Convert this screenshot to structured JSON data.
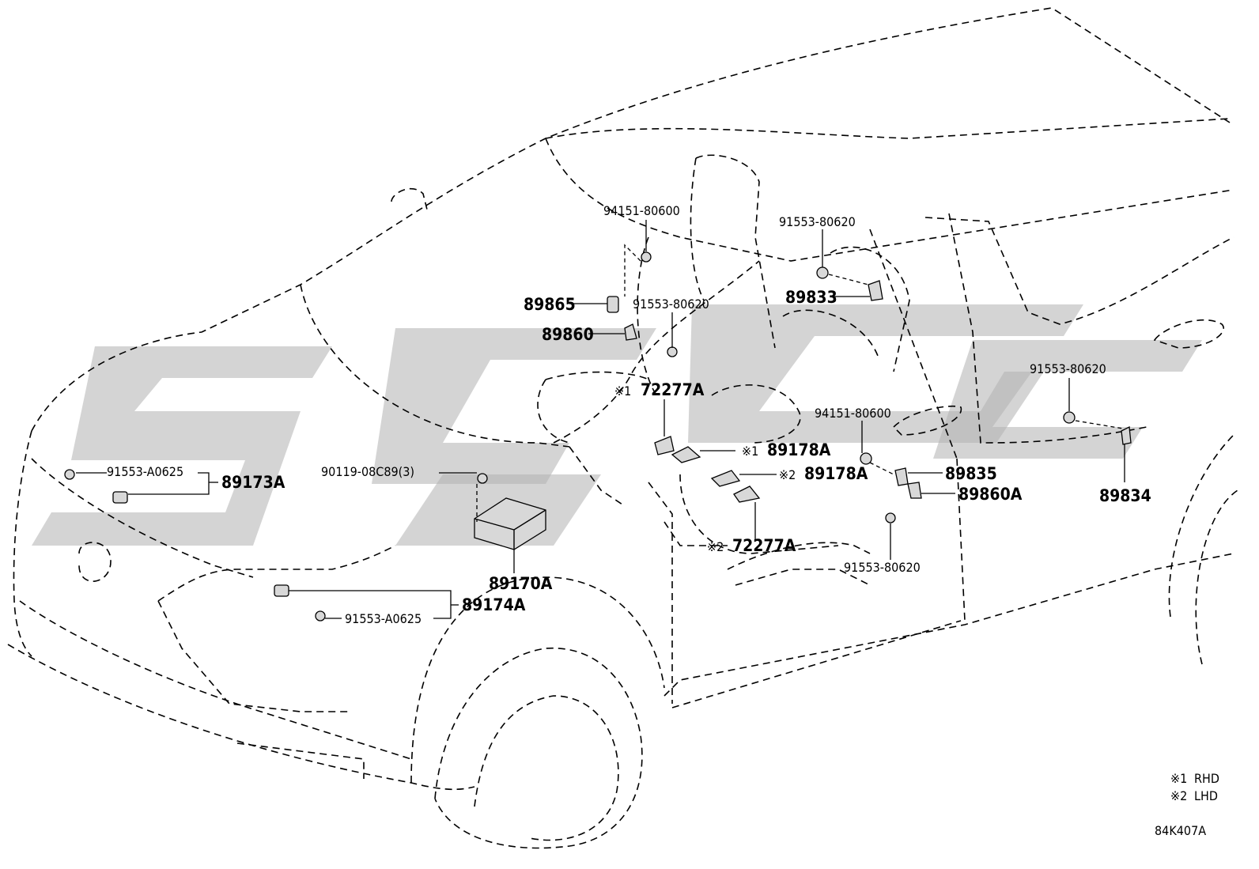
{
  "diagram_code": "84K407A",
  "notes": [
    {
      "mark": "※1",
      "text": "RHD"
    },
    {
      "mark": "※2",
      "text": "LHD"
    }
  ],
  "labels": {
    "p94151_80600_top": "94151-80600",
    "p91553_80620_a": "91553-80620",
    "p89865": "89865",
    "p91553_80620_b": "91553-80620",
    "p89860": "89860",
    "p89833": "89833",
    "p72277A_1": "72277A",
    "p89178A_1": "89178A",
    "p94151_80600_mid": "94151-80600",
    "p89178A_2": "89178A",
    "p89835": "89835",
    "p89860A": "89860A",
    "p91553_80620_c": "91553-80620",
    "p89834": "89834",
    "p91553_A0625_a": "91553-A0625",
    "p89173A": "89173A",
    "p90119": "90119-08C89(3)",
    "p72277A_2": "72277A",
    "p91553_80620_d": "91553-80620",
    "p89170A": "89170A",
    "p89174A": "89174A",
    "p91553_A0625_b": "91553-A0625"
  },
  "marks": {
    "m1": "※1",
    "m2": "※2"
  }
}
